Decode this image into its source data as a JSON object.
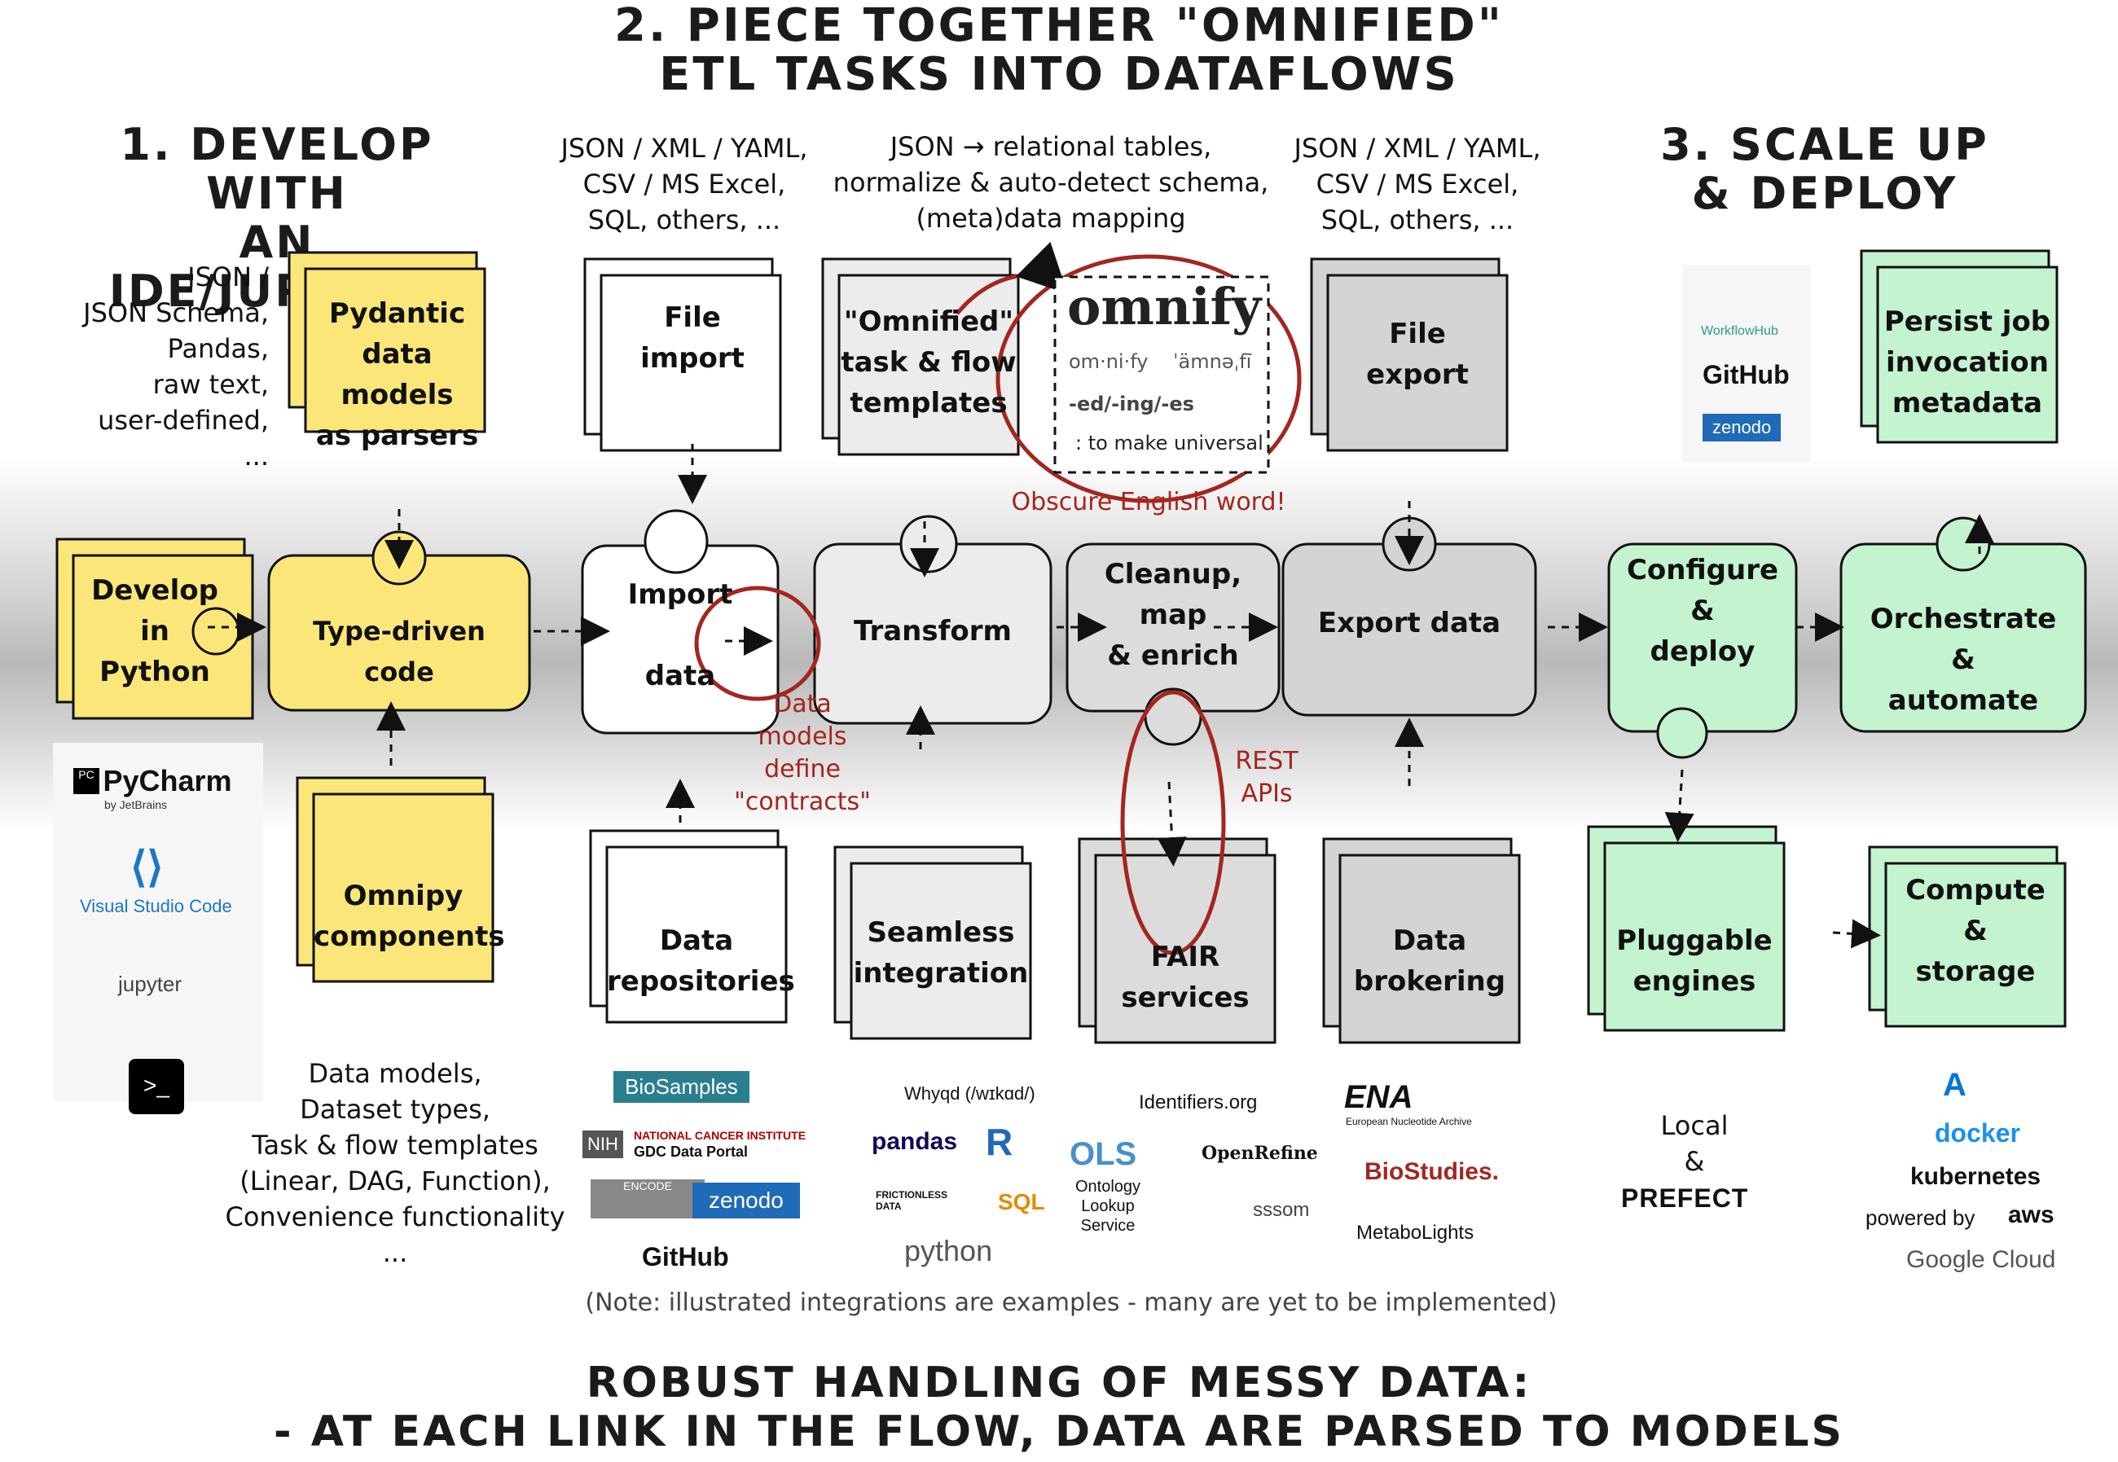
{
  "headers": {
    "develop": "1. Develop with\nan IDE/Jupyter",
    "piece_line1": "2. Piece together \"omnified\"",
    "piece_line2": "ETL tasks into dataflows",
    "scale": "3. Scale up\n& deploy",
    "robust_line1": "Robust handling of messy data:",
    "robust_line2": "- at each link in the flow, data are parsed to models"
  },
  "notes": {
    "input_formats": "JSON /\nJSON Schema,\nPandas,\nraw text,\nuser-defined,\n...",
    "import_formats": "JSON / XML / YAML,\nCSV / MS Excel,\nSQL, others, ...",
    "transform_desc": "JSON → relational tables,\nnormalize & auto-detect schema,\n(meta)data mapping",
    "export_formats": "JSON / XML / YAML,\nCSV / MS Excel,\nSQL, others, ...",
    "components_desc": "Data models,\nDataset types,\nTask & flow templates\n(Linear, DAG, Function),\nConvenience functionality\n...",
    "disclaimer": "(Note: illustrated integrations are examples - many are yet to be implemented)",
    "local_prefect": "Local\n&"
  },
  "pieces": {
    "develop": "Develop\nin\nPython",
    "type_driven": "Type-driven code",
    "pydantic": "Pydantic\ndata models\nas parsers",
    "omnipy": "Omnipy\ncomponents",
    "file_import": "File\nimport",
    "import_data": "Import\n\ndata",
    "data_repos": "Data\nrepositories",
    "omnified": "\"Omnified\"\ntask & flow\ntemplates",
    "transform": "Transform",
    "seamless": "Seamless\nintegration",
    "cleanup": "Cleanup,\nmap\n& enrich",
    "fair": "FAIR\nservices",
    "file_export": "File\nexport",
    "export_data": "Export data",
    "brokering": "Data\nbrokering",
    "configure": "Configure\n&\ndeploy",
    "pluggable": "Pluggable\nengines",
    "orchestrate": "Orchestrate\n&\nautomate",
    "persist": "Persist job\ninvocation\nmetadata",
    "compute": "Compute\n&\nstorage"
  },
  "omnify": {
    "word": "omnify",
    "pron": "om·ni·fy    ˈämnəˌfī",
    "forms": "-ed/-ing/-es",
    "def": ": to make universal",
    "comment": "Obscure English word!"
  },
  "annotations": {
    "contracts": "Data\nmodels\ndefine\n\"contracts\"",
    "rest": "REST\nAPIs"
  },
  "logos": {
    "ide": [
      "PyCharm",
      "by JetBrains",
      "Visual Studio Code",
      "jupyter"
    ],
    "repos": [
      "BioSamples",
      "NATIONAL CANCER INSTITUTE",
      "GDC Data Portal",
      "NIH",
      "ENCODE",
      "zenodo",
      "GitHub"
    ],
    "integration": [
      "Whyqd (/wɪkɑd/)",
      "pandas",
      "R",
      "FRICTIONLESS DATA",
      "SQL",
      "python"
    ],
    "fair": [
      "Identifiers.org",
      "OLS",
      "Ontology\nLookup\nService",
      "OpenRefine",
      "sssom"
    ],
    "brokering": [
      "ENA",
      "European Nucleotide Archive",
      "BioStudies.",
      "MetaboLights"
    ],
    "workflow": [
      "WorkflowHub",
      "GitHub",
      "zenodo"
    ],
    "prefect": "PREFECT",
    "compute": [
      "docker",
      "kubernetes",
      "powered by",
      "aws",
      "Google Cloud"
    ]
  },
  "colors": {
    "yellow": "#fbe67a",
    "white": "#ffffff",
    "light_gray": "#ececec",
    "gray": "#d6d6d6",
    "green": "#c4f3cf",
    "red": "#a3261f"
  }
}
